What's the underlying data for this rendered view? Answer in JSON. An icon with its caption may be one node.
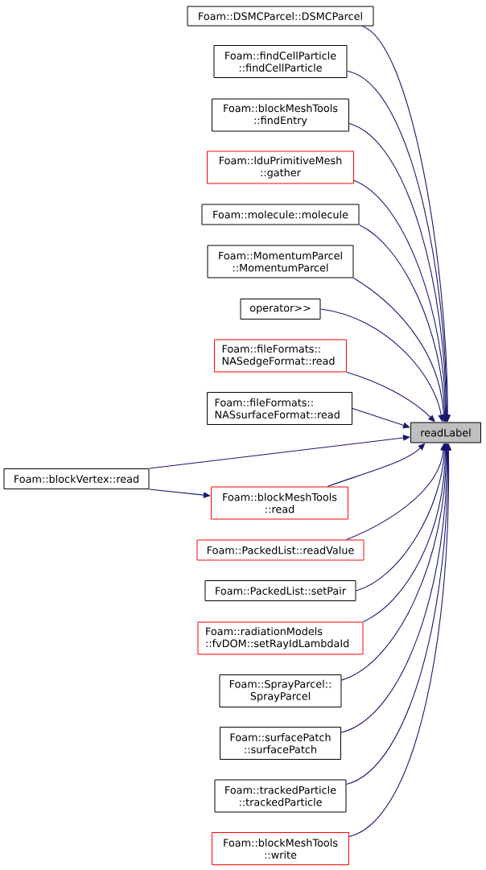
{
  "diagram": {
    "nodes": [
      {
        "text": [
          "readLabel"
        ]
      },
      {
        "text": [
          "Foam::DSMCParcel::DSMCParcel"
        ]
      },
      {
        "text": [
          "Foam::findCellParticle ::findCellParticle"
        ]
      },
      {
        "text": [
          "Foam::blockMeshTools ::findEntry"
        ]
      },
      {
        "text": [
          "Foam::lduPrimitiveMesh ::gather"
        ]
      },
      {
        "text": [
          "Foam::molecule::molecule"
        ]
      },
      {
        "text": [
          "Foam::MomentumParcel ::MomentumParcel"
        ]
      },
      {
        "text": [
          "operator>>"
        ]
      },
      {
        "text": [
          "Foam::fileFormats:: NASedgeFormat::read"
        ]
      },
      {
        "text": [
          "Foam::fileFormats:: NASsurfaceFormat::read"
        ]
      },
      {
        "text": [
          "Foam::blockVertex::read"
        ]
      },
      {
        "text": [
          "Foam::blockMeshTools ::read"
        ]
      },
      {
        "text": [
          "Foam::PackedList::readValue"
        ]
      },
      {
        "text": [
          "Foam::PackedList::setPair"
        ]
      },
      {
        "text": [
          "Foam::radiationModels ::fvDOM::setRayIdLambdaId"
        ]
      },
      {
        "text": [
          "Foam::SprayParcel:: SprayParcel"
        ]
      },
      {
        "text": [
          "Foam::surfacePatch ::surfacePatch"
        ]
      },
      {
        "text": [
          "Foam::trackedParticle ::trackedParticle"
        ]
      },
      {
        "text": [
          "Foam::blockMeshTools ::write"
        ]
      }
    ],
    "edges": [
      {
        "from": 1,
        "to": 0,
        "arrow": "to"
      },
      {
        "from": 2,
        "to": 0,
        "arrow": "to"
      },
      {
        "from": 3,
        "to": 0,
        "arrow": "to"
      },
      {
        "from": 4,
        "to": 0,
        "arrow": "to"
      },
      {
        "from": 5,
        "to": 0,
        "arrow": "to"
      },
      {
        "from": 6,
        "to": 0,
        "arrow": "to"
      },
      {
        "from": 7,
        "to": 0,
        "arrow": "to"
      },
      {
        "from": 8,
        "to": 0,
        "arrow": "to"
      },
      {
        "from": 9,
        "to": 0,
        "arrow": "to"
      },
      {
        "from": 10,
        "to": 0,
        "arrow": "to"
      },
      {
        "from": 10,
        "to": 11,
        "arrow": "to"
      },
      {
        "from": 11,
        "to": 0,
        "arrow": "to"
      },
      {
        "from": 12,
        "to": 0,
        "arrow": "to"
      },
      {
        "from": 13,
        "to": 0,
        "arrow": "to"
      },
      {
        "from": 14,
        "to": 0,
        "arrow": "to"
      },
      {
        "from": 15,
        "to": 0,
        "arrow": "to"
      },
      {
        "from": 16,
        "to": 0,
        "arrow": "to"
      },
      {
        "from": 17,
        "to": 0,
        "arrow": "to"
      },
      {
        "from": 18,
        "to": 0,
        "arrow": "to"
      }
    ]
  }
}
